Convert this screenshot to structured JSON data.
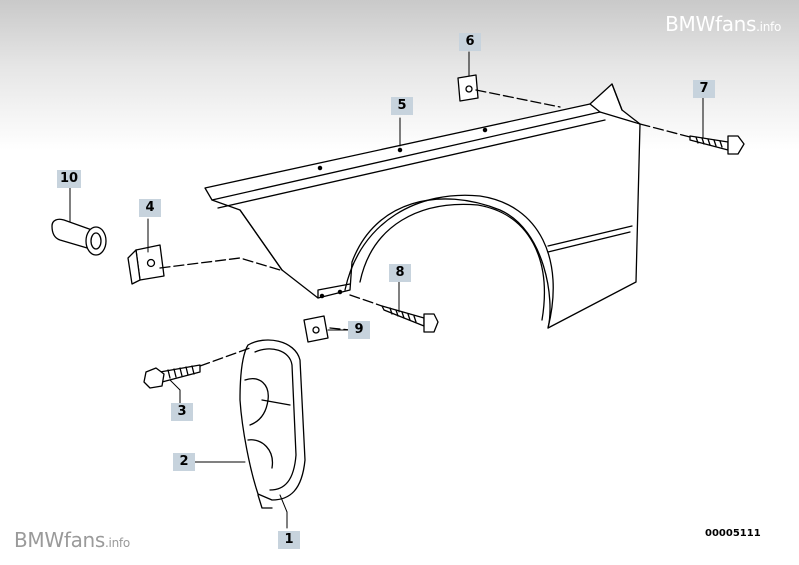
{
  "watermark_top": {
    "brand": "BMWfans",
    "suffix": ".info"
  },
  "watermark_bottom": {
    "brand": "BMWfans",
    "suffix": ".info"
  },
  "diagram_number": "00005111",
  "callouts": {
    "p1": "1",
    "p2": "2",
    "p3": "3",
    "p4": "4",
    "p5": "5",
    "p6": "6",
    "p7": "7",
    "p8": "8",
    "p9": "9",
    "p10": "10"
  },
  "colors": {
    "callout_bg": "#c7d3dd",
    "line": "#000000"
  }
}
